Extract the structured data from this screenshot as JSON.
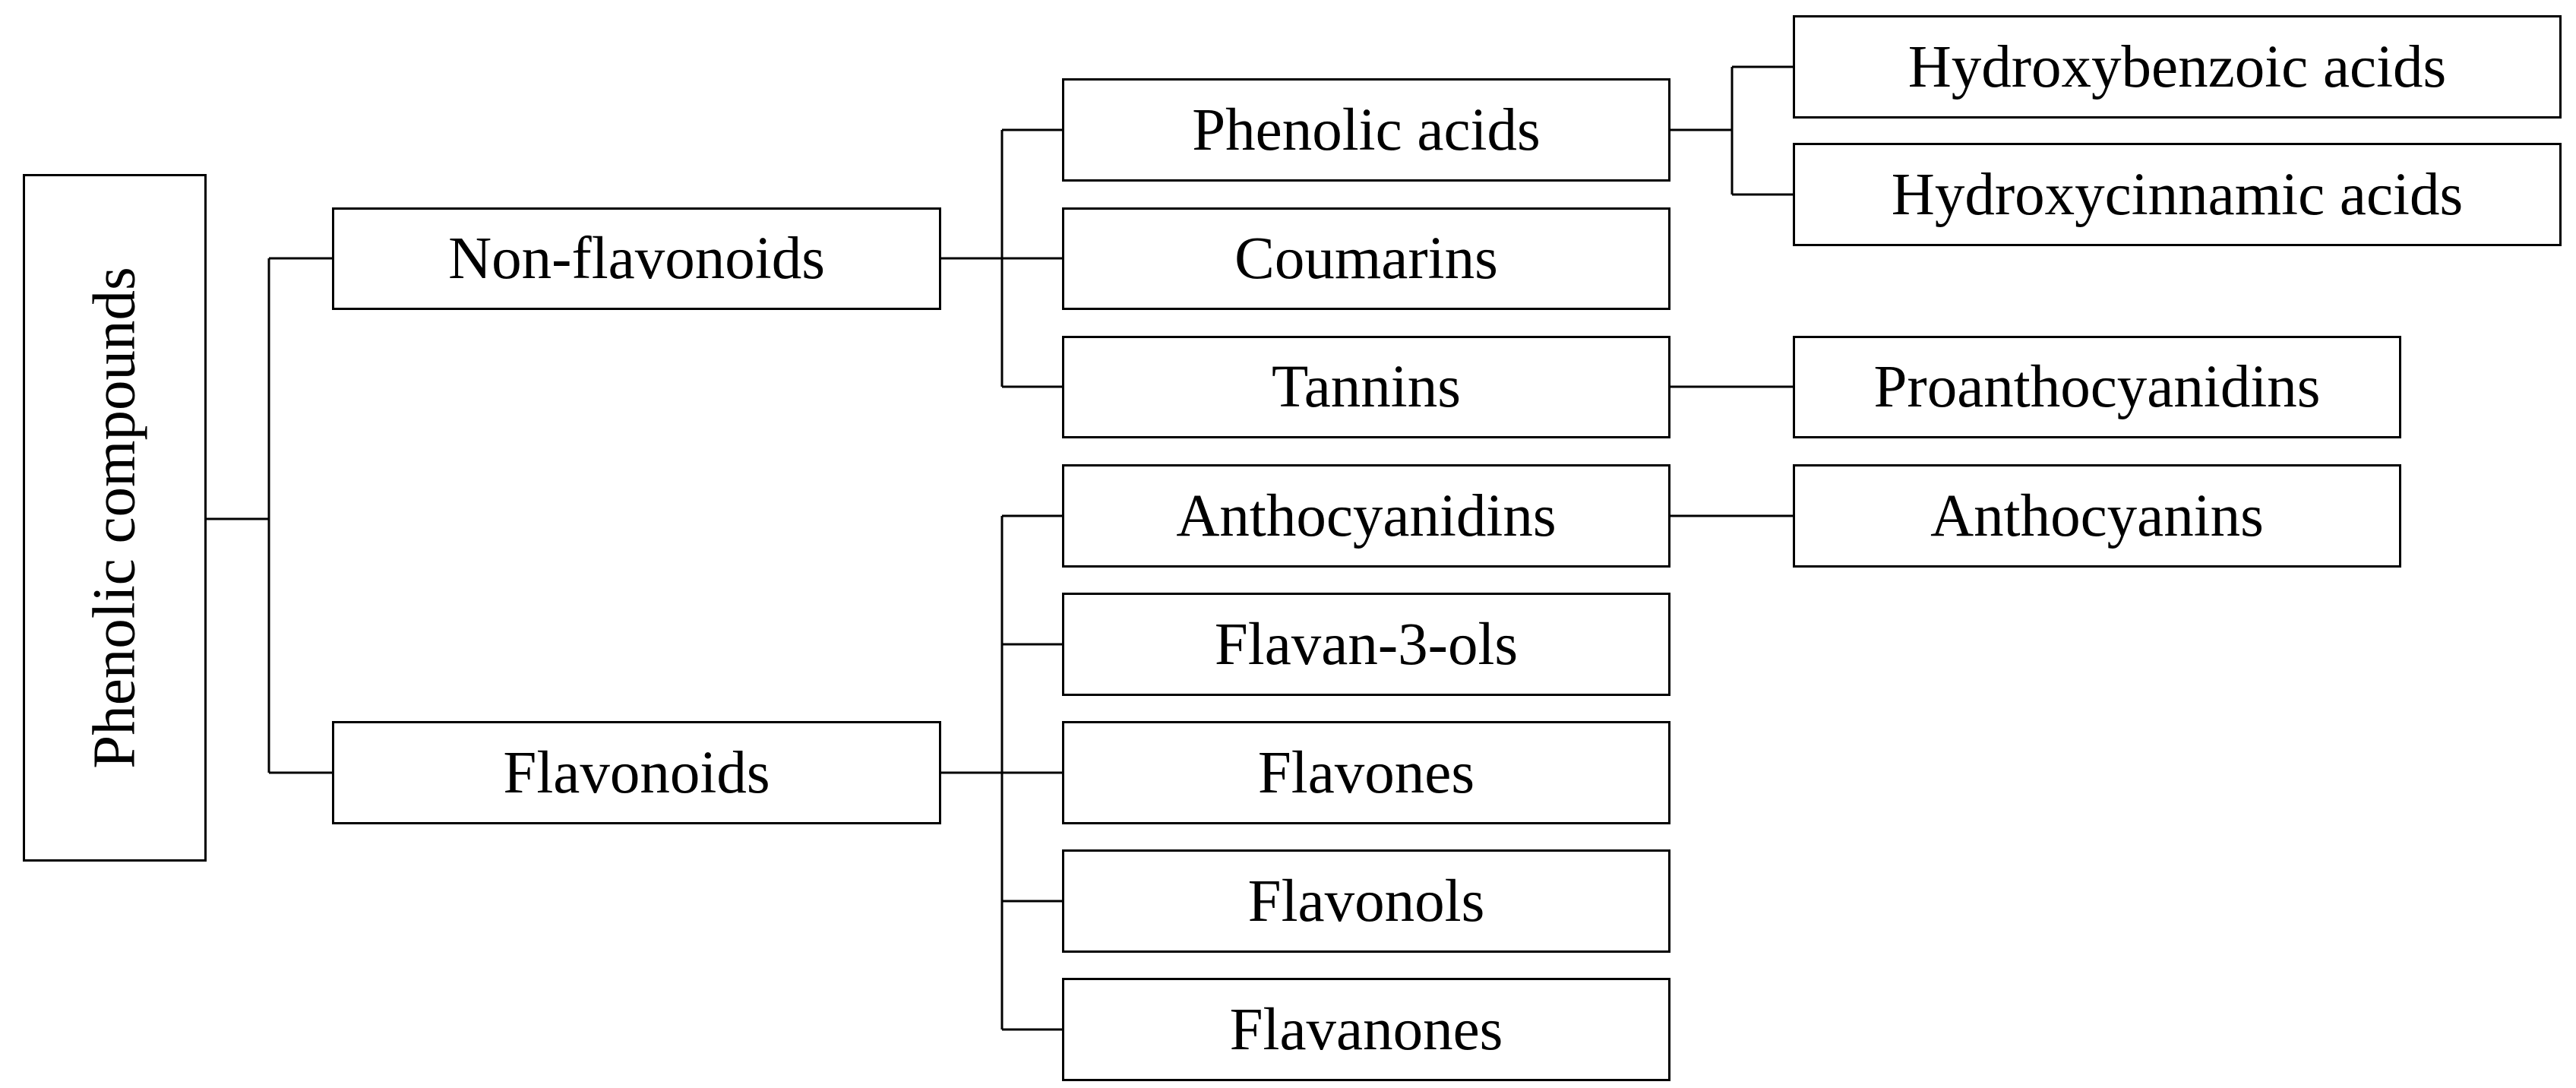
{
  "diagram": {
    "root": {
      "label": "Phenolic compounds"
    },
    "level1": {
      "non_flavonoids": "Non-flavonoids",
      "flavonoids": "Flavonoids"
    },
    "level2": {
      "phenolic_acids": "Phenolic acids",
      "coumarins": "Coumarins",
      "tannins": "Tannins",
      "anthocyanidins": "Anthocyanidins",
      "flavan_3_ols": "Flavan-3-ols",
      "flavones": "Flavones",
      "flavonols": "Flavonols",
      "flavanones": "Flavanones"
    },
    "level3": {
      "hydroxybenzoic_acids": "Hydroxybenzoic acids",
      "hydroxycinnamic_acids": "Hydroxycinnamic acids",
      "proanthocyanidins": "Proanthocyanidins",
      "anthocyanins": "Anthocyanins"
    }
  }
}
